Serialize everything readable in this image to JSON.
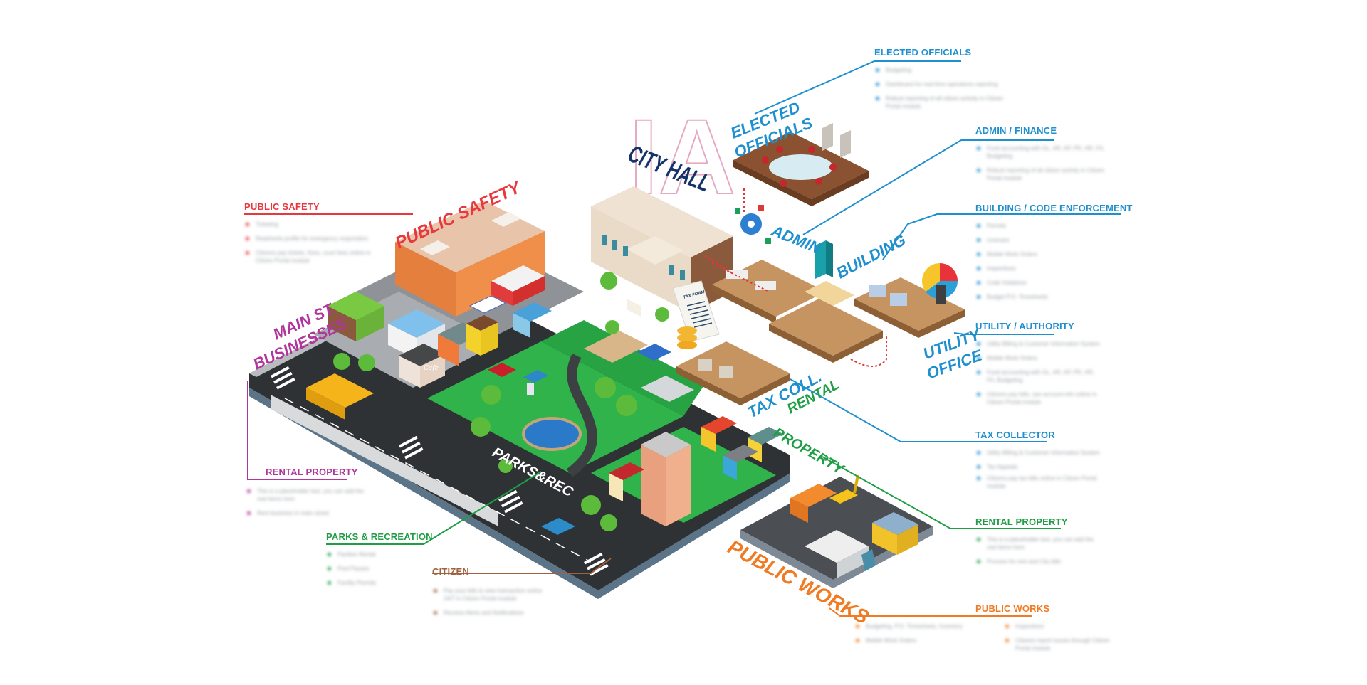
{
  "watermark": "IA",
  "scene_labels": {
    "city_hall": "CITY HALL",
    "elected_officials_1": "ELECTED",
    "elected_officials_2": "OFFICIALS",
    "admin": "ADMIN",
    "building": "BUILDING",
    "utility_office_1": "UTILITY",
    "utility_office_2": "OFFICE",
    "tax_coll": "TAX COLL.",
    "rental_property_1": "RENTAL",
    "rental_property_2": "PROPERTY",
    "public_works": "PUBLIC WORKS",
    "public_safety": "PUBLIC SAFETY",
    "main_st_1": "MAIN ST.",
    "main_st_2": "BUSINESSES",
    "parks_rec": "PARKS&REC",
    "tax_form": "TAX FORM",
    "cafe": "Cafe"
  },
  "callouts": {
    "elected_officials": {
      "title": "ELECTED OFFICIALS",
      "bullets": [
        "Budgeting",
        "Dashboard for real-time operations reporting",
        "Robust reporting of all citizen activity in Citizen Portal module"
      ]
    },
    "admin_finance": {
      "title": "ADMIN / FINANCE",
      "bullets": [
        "Fund accounting with GL, AR, AP, PR, HR, FA, Budgeting",
        "Robust reporting of all citizen activity in Citizen Portal module"
      ]
    },
    "building_code": {
      "title": "BUILDING / CODE ENFORCEMENT",
      "bullets": [
        "Permits",
        "Licenses",
        "Mobile Work Orders",
        "Inspections",
        "Code Violations",
        "Budget P.O. Timesheets"
      ]
    },
    "utility_authority": {
      "title": "UTILITY / AUTHORITY",
      "bullets": [
        "Utility Billing & Customer Information System",
        "Mobile Work Orders",
        "Fund accounting with GL, AR, AP, PR, HR, FA, Budgeting",
        "Citizens pay bills, see account info online in Citizen Portal module"
      ]
    },
    "tax_collector": {
      "title": "TAX COLLECTOR",
      "bullets": [
        "Utility Billing & Customer Information System",
        "Tax Appeals",
        "Citizens pay tax bills online in Citizen Portal module"
      ]
    },
    "rental_property_right": {
      "title": "RENTAL PROPERTY",
      "bullets": [
        "This is a placeholder text, you can add the real items here",
        "Process for rent and City bills"
      ]
    },
    "public_works": {
      "title": "PUBLIC WORKS",
      "bullets_left": [
        "Budgeting, P.O. Timesheets, Inventory",
        "Mobile Work Orders"
      ],
      "bullets_right": [
        "Inspections",
        "Citizens report issues through Citizen Portal module"
      ]
    },
    "public_safety": {
      "title": "PUBLIC SAFETY",
      "bullets": [
        "Ticketing",
        "Read/write profile for emergency responders",
        "Citizens pay tickets, fines, court fees online in Citizen Portal module"
      ]
    },
    "rental_property_left": {
      "title": "RENTAL PROPERTY",
      "bullets": [
        "This is a placeholder text, you can add the real items here",
        "Rent business in main street"
      ]
    },
    "parks_recreation": {
      "title": "PARKS & RECREATION",
      "bullets": [
        "Pavilion Rental",
        "Pool Passes",
        "Facility Permits"
      ]
    },
    "citizen": {
      "title": "CITIZEN",
      "bullets": [
        "Pay your bills & view transaction online 24/7 in Citizen Portal module",
        "Receive Alerts and Notifications"
      ]
    }
  },
  "colors": {
    "blue": "#1e8fcf",
    "navy": "#14336b",
    "red": "#e8383d",
    "magenta": "#b0359c",
    "green": "#1f9e45",
    "brown": "#a0623c",
    "orange": "#f07b23",
    "watermark_pink": "#e6a9c4",
    "road": "#3a3d40",
    "sidewalk": "#b9bcbf",
    "grass": "#2fb34a",
    "wood": "#b98552"
  }
}
